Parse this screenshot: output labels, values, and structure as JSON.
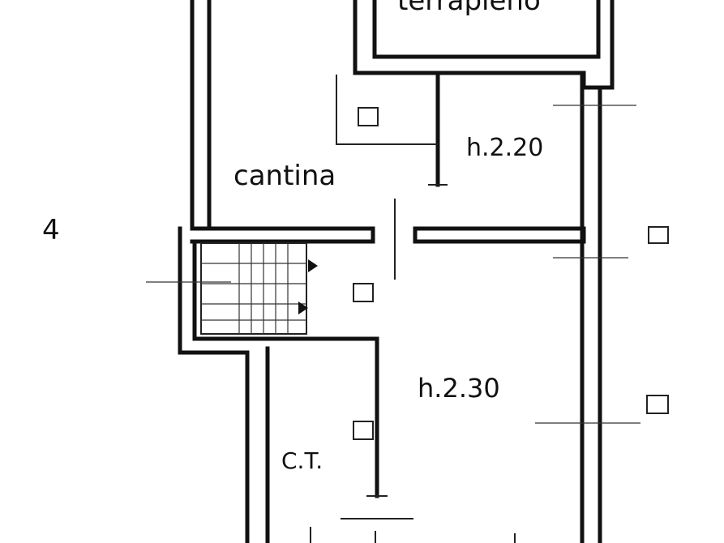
{
  "labels": {
    "terrapieno": "terrapieno",
    "cantina": "cantina",
    "height_upper": "h.2.20",
    "height_lower": "h.2.30",
    "ct": "C.T.",
    "number": "4"
  },
  "colors": {
    "ink": "#111111",
    "paper": "#ffffff"
  }
}
